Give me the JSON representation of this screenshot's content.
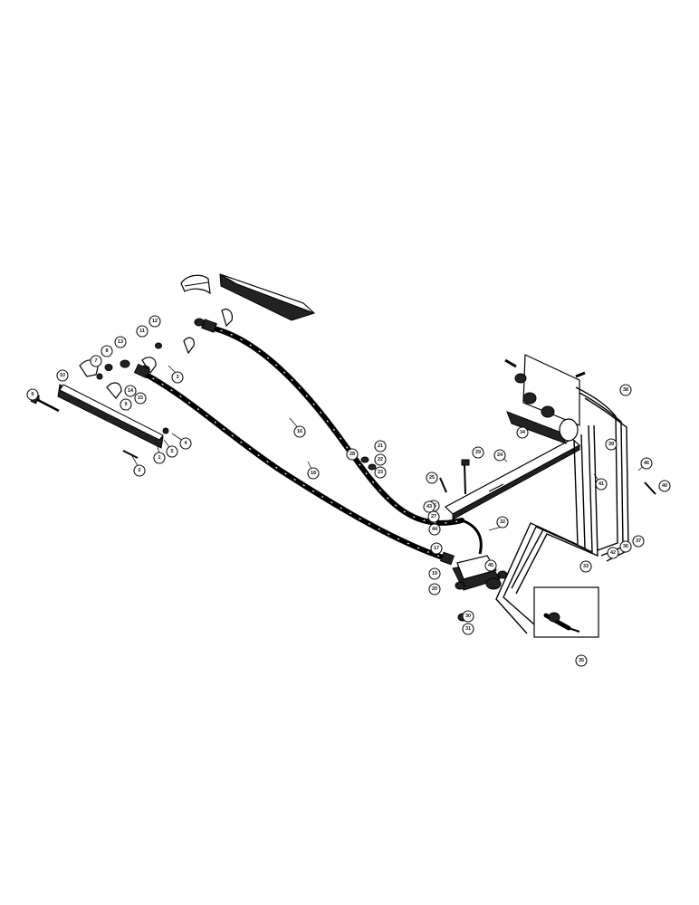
{
  "diagram": {
    "callouts": [
      {
        "id": "c1",
        "label": "1"
      },
      {
        "id": "c2",
        "label": "2"
      },
      {
        "id": "c3",
        "label": "3"
      },
      {
        "id": "c4",
        "label": "4"
      },
      {
        "id": "c5",
        "label": "5"
      },
      {
        "id": "c6",
        "label": "6"
      },
      {
        "id": "c7",
        "label": "7"
      },
      {
        "id": "c8",
        "label": "8"
      },
      {
        "id": "c9",
        "label": "9"
      },
      {
        "id": "c10",
        "label": "10"
      },
      {
        "id": "c11",
        "label": "11"
      },
      {
        "id": "c12",
        "label": "12"
      },
      {
        "id": "c13",
        "label": "13"
      },
      {
        "id": "c14",
        "label": "14"
      },
      {
        "id": "c15",
        "label": "15"
      },
      {
        "id": "c16",
        "label": "16"
      },
      {
        "id": "c17",
        "label": "17"
      },
      {
        "id": "c18",
        "label": "18"
      },
      {
        "id": "c19",
        "label": "19"
      },
      {
        "id": "c20",
        "label": "20"
      },
      {
        "id": "c21",
        "label": "21"
      },
      {
        "id": "c22",
        "label": "22"
      },
      {
        "id": "c23",
        "label": "23"
      },
      {
        "id": "c24",
        "label": "24"
      },
      {
        "id": "c25",
        "label": "25"
      },
      {
        "id": "c26",
        "label": "26"
      },
      {
        "id": "c27",
        "label": "27"
      },
      {
        "id": "c28",
        "label": "28"
      },
      {
        "id": "c29",
        "label": "29"
      },
      {
        "id": "c30",
        "label": "30"
      },
      {
        "id": "c31",
        "label": "31"
      },
      {
        "id": "c32",
        "label": "32"
      },
      {
        "id": "c33",
        "label": "33"
      },
      {
        "id": "c34",
        "label": "34"
      },
      {
        "id": "c35",
        "label": "35"
      },
      {
        "id": "c36",
        "label": "36"
      },
      {
        "id": "c37",
        "label": "37"
      },
      {
        "id": "c38",
        "label": "38"
      },
      {
        "id": "c39",
        "label": "39"
      },
      {
        "id": "c40",
        "label": "40"
      },
      {
        "id": "c41",
        "label": "41"
      },
      {
        "id": "c42",
        "label": "42"
      },
      {
        "id": "c43",
        "label": "43"
      },
      {
        "id": "c44",
        "label": "44"
      },
      {
        "id": "c45",
        "label": "45"
      },
      {
        "id": "c46",
        "label": "46"
      }
    ]
  }
}
